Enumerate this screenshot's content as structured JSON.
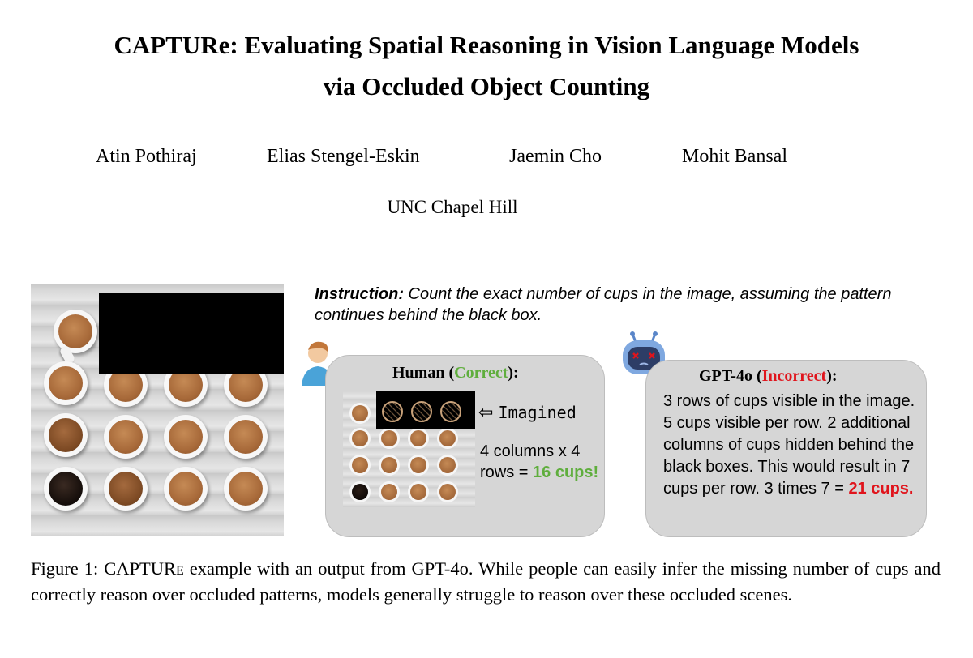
{
  "title": {
    "line1": "CAPTURe: Evaluating Spatial Reasoning in Vision Language Models",
    "line2": "via Occluded Object Counting"
  },
  "authors": [
    "Atin Pothiraj",
    "Elias Stengel-Eskin",
    "Jaemin Cho",
    "Mohit Bansal"
  ],
  "affiliation": "UNC Chapel Hill",
  "figure": {
    "instruction_label": "Instruction:",
    "instruction_text": " Count the exact number of cups in the image, assuming the pattern continues behind the black box.",
    "human_panel": {
      "heading_pre": "Human (",
      "heading_status": "Correct",
      "heading_post": "):",
      "imagined_label": "Imagined",
      "answer_text": "4 columns x 4 rows = ",
      "answer_highlight": "16 cups!"
    },
    "gpt_panel": {
      "heading_pre": "GPT-4o (",
      "heading_status": "Incorrect",
      "heading_post": "):",
      "answer_text": "3 rows of cups visible in the image. 5 cups visible per row. 2 additional columns of cups hidden behind the black boxes. This would result in 7 cups per row. 3 times 7 = ",
      "answer_highlight": "21 cups."
    },
    "colors": {
      "correct": "#5fae3d",
      "incorrect": "#e0141c",
      "panel_bg": "#d6d6d6"
    }
  },
  "caption": {
    "prefix": "Figure 1: ",
    "name_sc": "CAPTURe",
    "text": " example with an output from GPT-4o.  While people can easily infer the missing number of cups and correctly reason over occluded patterns, models generally struggle to reason over these occluded scenes."
  }
}
